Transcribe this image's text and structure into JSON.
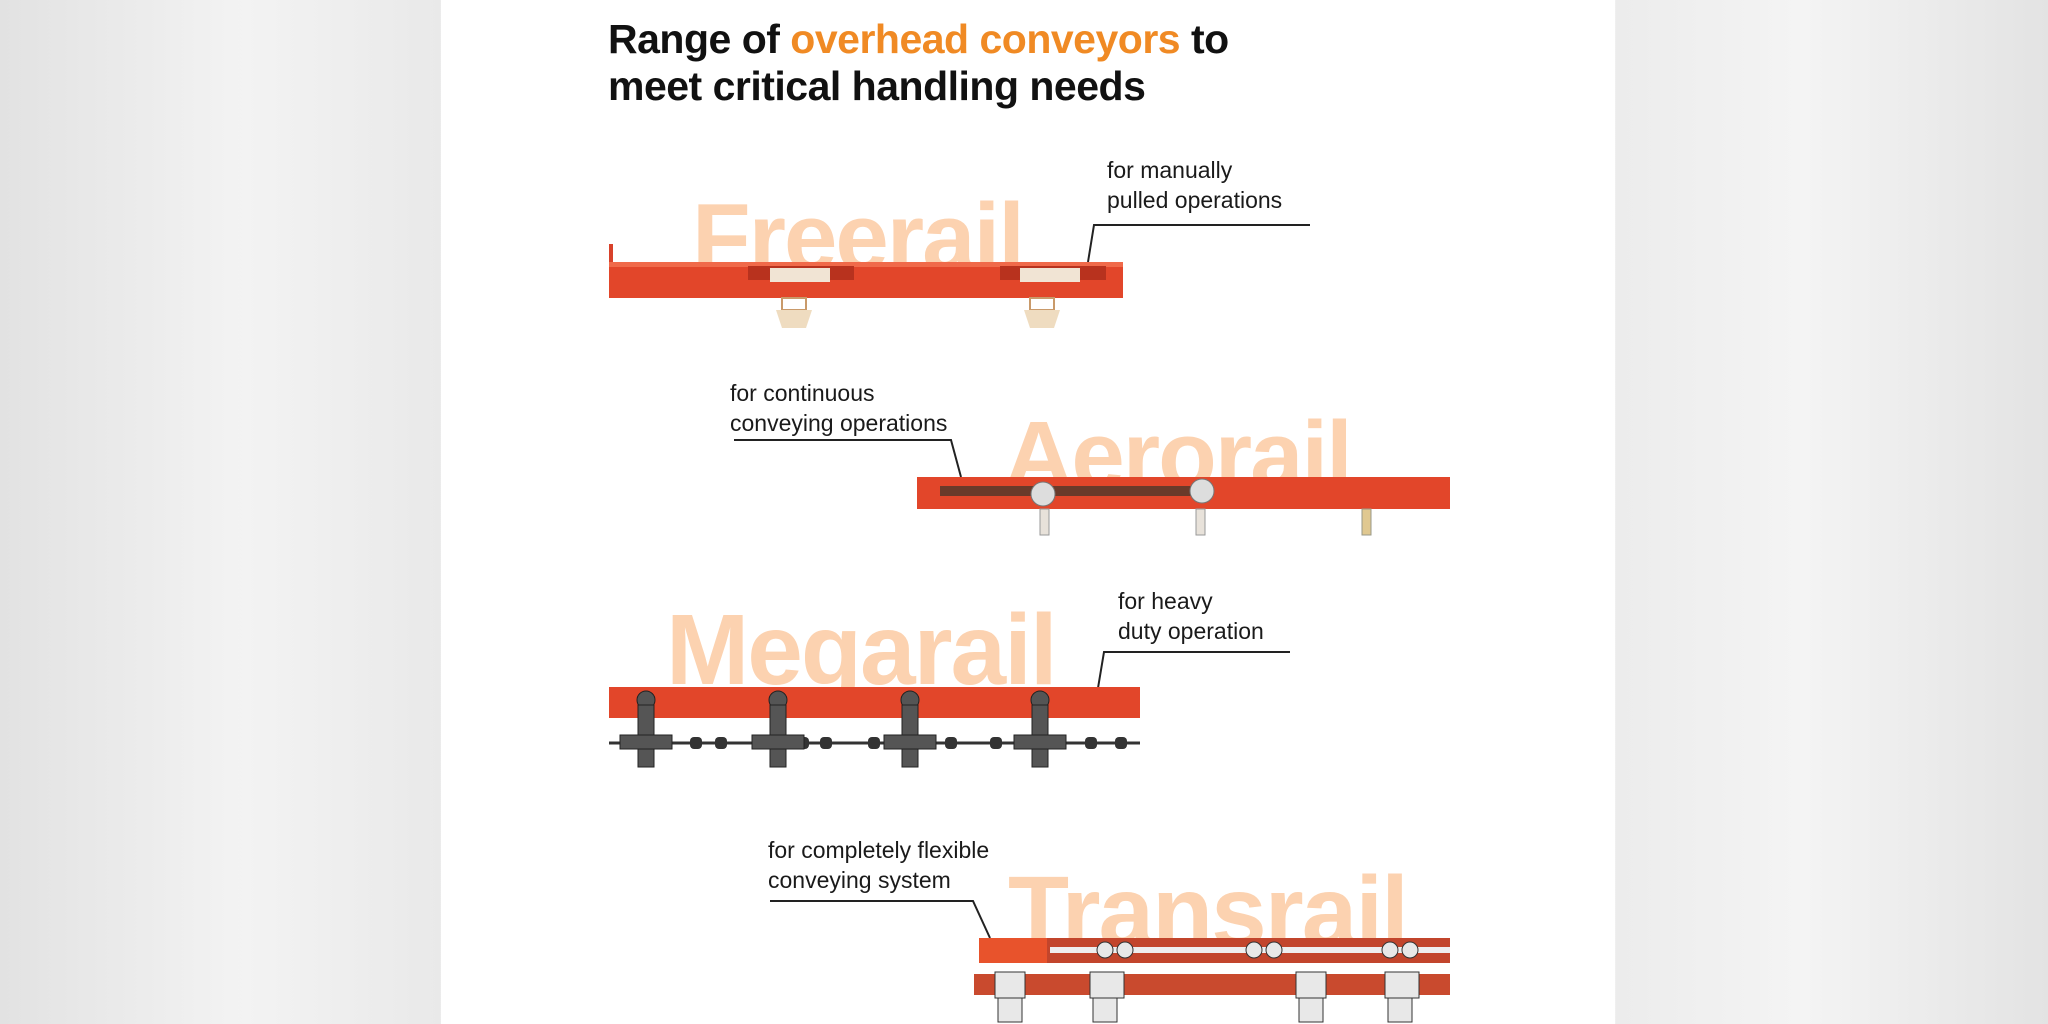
{
  "title": {
    "prefix": "Range of ",
    "highlight": "overhead conveyors",
    "suffix": " to",
    "line2": "meet critical handling needs"
  },
  "products": [
    {
      "name": "Freerail",
      "desc_line1": "for manually",
      "desc_line2": "pulled operations"
    },
    {
      "name": "Aerorail",
      "desc_line1": "for continuous",
      "desc_line2": "conveying operations"
    },
    {
      "name": "Megarail",
      "desc_line1": "for heavy",
      "desc_line2": "duty operation"
    },
    {
      "name": "Transrail",
      "desc_line1": "for completely flexible",
      "desc_line2": "conveying system"
    }
  ],
  "colors": {
    "accent": "#f08a24",
    "watermark": "#fcd2b0",
    "rail": "#e2462a"
  }
}
